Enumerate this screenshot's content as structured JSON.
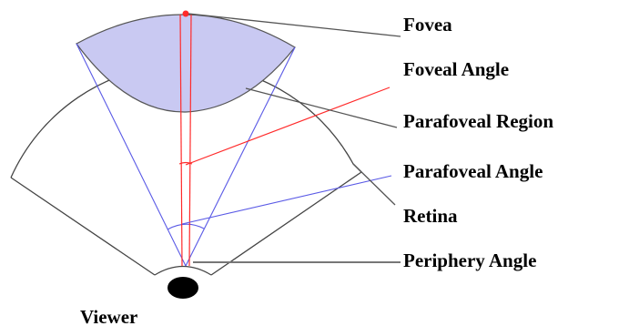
{
  "labels": {
    "fovea": "Fovea",
    "foveal_angle": "Foveal Angle",
    "parafoveal_region": "Parafoveal Region",
    "parafoveal_angle": "Parafoveal Angle",
    "retina": "Retina",
    "periphery_angle": "Periphery Angle",
    "viewer": "Viewer"
  },
  "colors": {
    "parafoveal_fill": "#c9c9f2",
    "foveal_lines": "#ff2a2a",
    "parafoveal_lines": "#5a5ae6",
    "outline": "#444444",
    "leader": "#555555",
    "viewer": "#000000"
  }
}
